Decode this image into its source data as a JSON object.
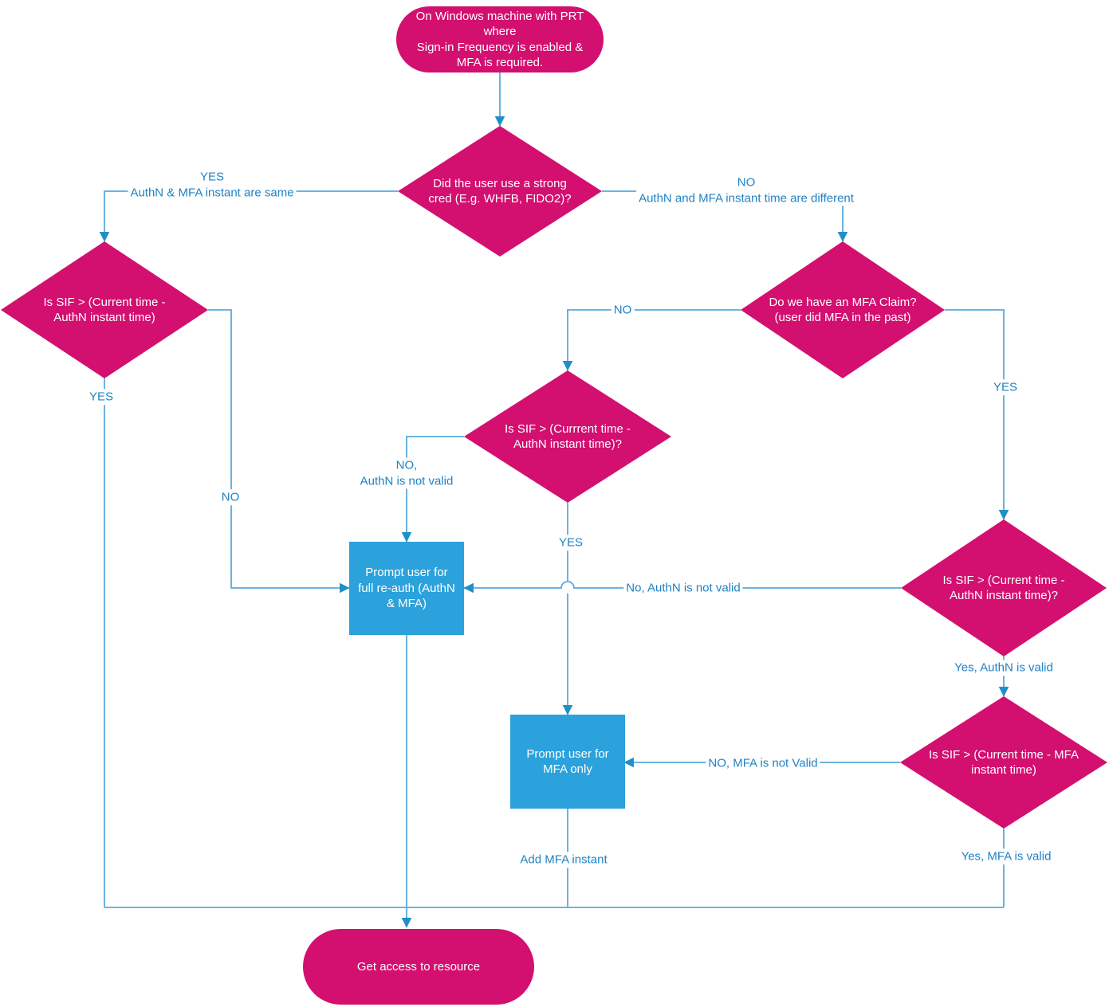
{
  "colors": {
    "shape_pink": "#D30F70",
    "shape_blue": "#2BA2DB",
    "line_blue": "#5AAADC",
    "arrow_blue": "#1E90C8",
    "label_text": "#1F82C5"
  },
  "nodes": {
    "start": "On Windows machine with PRT\nwhere\nSign-in Frequency is enabled &\nMFA is required.",
    "strong_cred": "Did the user use a strong\ncred (E.g. WHFB, FIDO2)?",
    "sif_left": "Is SIF > (Current time -\nAuthN instant time)",
    "mfa_claim": "Do we have an MFA Claim?\n(user did MFA in the past)",
    "sif_mid": "Is SIF > (Currrent time -\nAuthN instant time)?",
    "sif_right_authn": "Is SIF > (Current time -\nAuthN instant time)?",
    "sif_right_mfa": "Is SIF > (Current time - MFA\ninstant time)",
    "full_reauth": "Prompt user for\nfull re-auth (AuthN\n& MFA)",
    "mfa_only": "Prompt user for\nMFA only",
    "end": "Get access to resource"
  },
  "edge_labels": {
    "yes_same": "YES\nAuthN & MFA instant are same",
    "no_different": "NO\nAuthN and MFA instant time are different",
    "yes_left": "YES",
    "no_left": "NO",
    "no_claim": "NO",
    "yes_claim": "YES",
    "no_authn_not_valid_mid": "NO,\nAuthN is not valid",
    "yes_mid": "YES",
    "no_authn_not_valid_right": "No, AuthN is not valid",
    "yes_authn_valid": "Yes, AuthN is valid",
    "no_mfa_not_valid": "NO, MFA is not Valid",
    "yes_mfa_valid": "Yes, MFA is valid",
    "add_mfa_instant": "Add MFA instant"
  }
}
